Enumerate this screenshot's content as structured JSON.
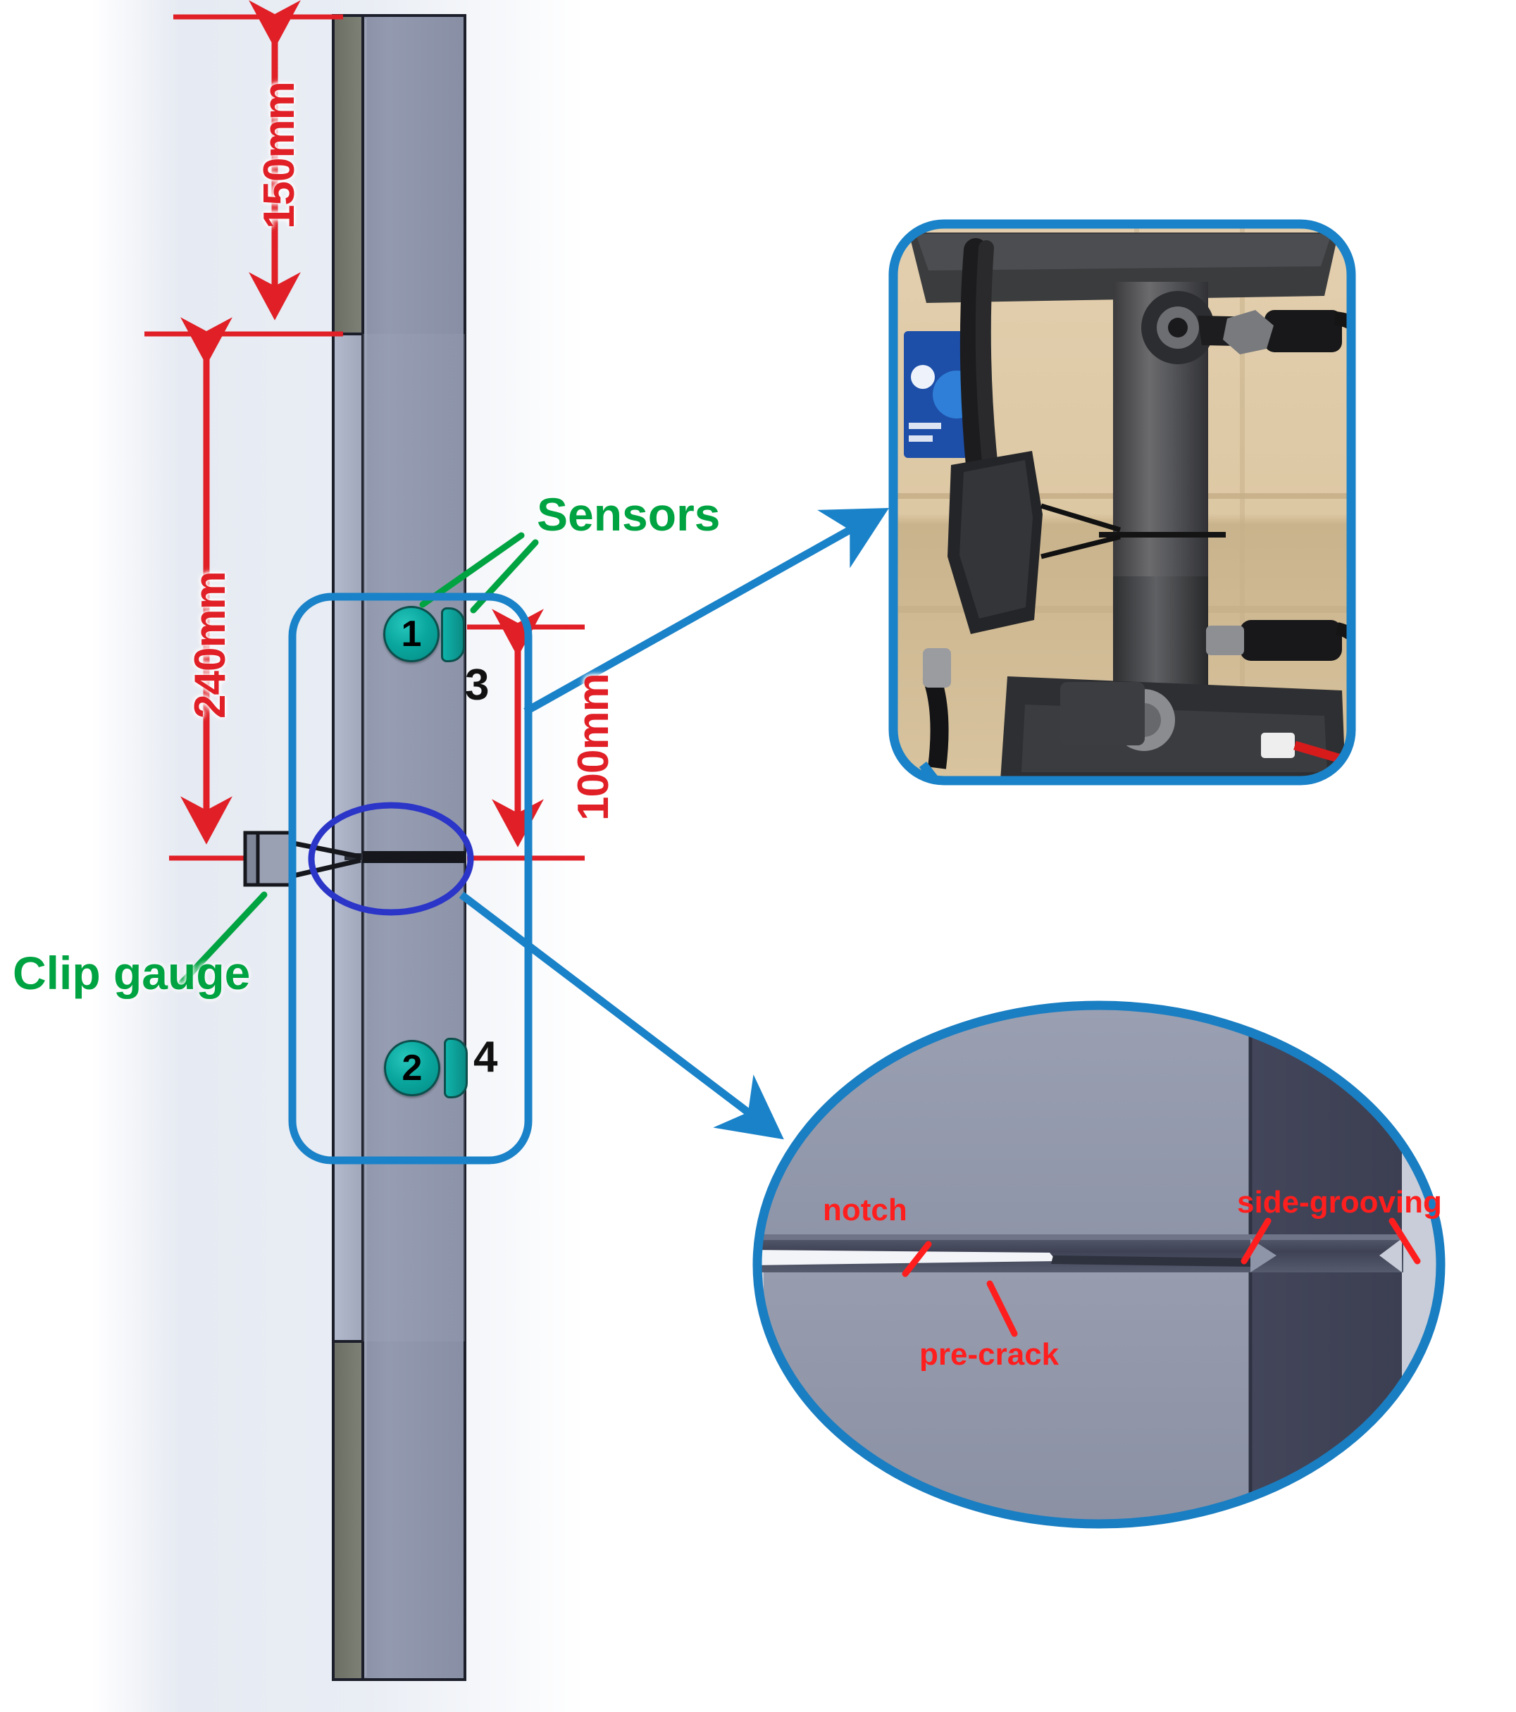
{
  "figure": {
    "type": "experimental-setup-diagram",
    "subject": "Single edge notched tension specimen with sensors and clip gauge"
  },
  "dimensions": {
    "top_segment": "150mm",
    "gauge_segment": "240mm",
    "sensor_to_crack": "100mm"
  },
  "annotations": {
    "sensors_label": "Sensors",
    "clip_gauge_label": "Clip gauge"
  },
  "sensor_markers": [
    {
      "id": "1",
      "circle_label": "1",
      "side_label": "3"
    },
    {
      "id": "2",
      "circle_label": "2",
      "side_label": "4"
    }
  ],
  "detail_ellipse": {
    "labels": [
      {
        "name": "notch",
        "text": "notch"
      },
      {
        "name": "pre-crack",
        "text": "pre-crack"
      },
      {
        "name": "side-grooving-left",
        "text": "side-grooving"
      }
    ]
  },
  "photo_inset": {
    "caption": ""
  },
  "colors": {
    "dimension_red": "#e01f26",
    "annotation_green": "#00a341",
    "callout_blue": "#1a82c8",
    "crack_ellipse_blue": "#2b35c8",
    "sensor_teal": "#0aa89f",
    "detail_red": "#ff1e1e",
    "specimen_face": "#8f96ac",
    "specimen_side": "#6e7485",
    "specimen_dark": "#474b5c"
  }
}
